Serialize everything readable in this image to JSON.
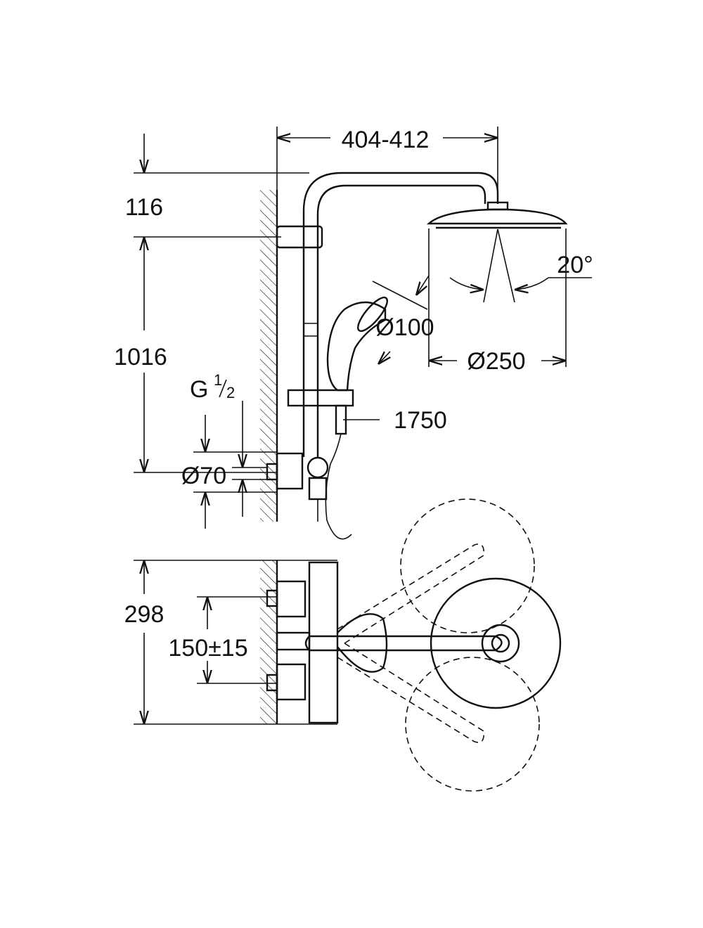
{
  "drawing": {
    "dimensions": {
      "arm_reach": "404-412",
      "top_offset": "116",
      "rail_height": "1016",
      "head_angle": "20°",
      "hand_shower_diameter": "Ø100",
      "head_shower_diameter": "Ø250",
      "hose_length": "1750",
      "thread_g": "G",
      "thread_num": "1",
      "thread_den": "2",
      "escutcheon_diameter": "Ø70",
      "depth": "298",
      "inlet_spacing": "150±15"
    },
    "colors": {
      "line": "#111111",
      "background": "#ffffff"
    }
  }
}
